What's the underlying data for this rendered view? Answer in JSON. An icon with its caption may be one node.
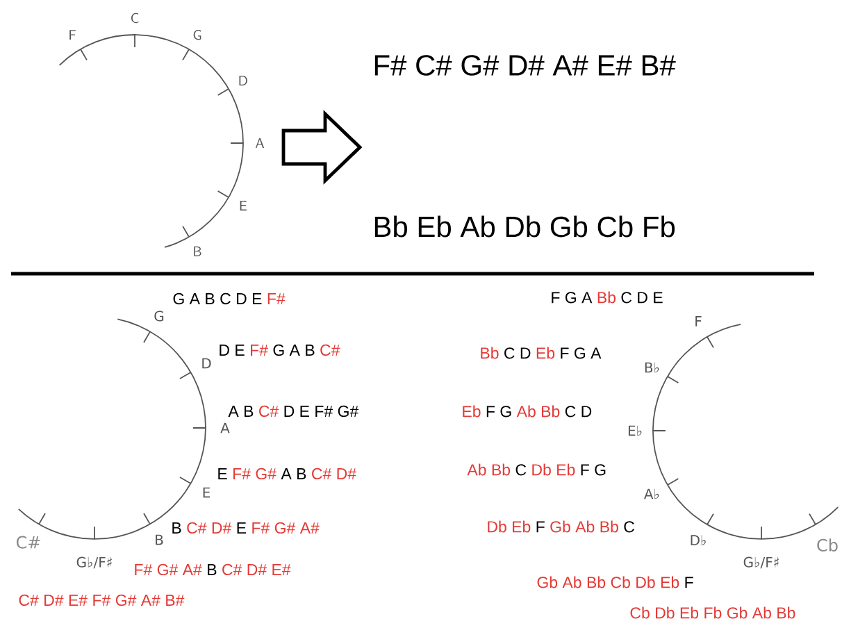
{
  "diagram": {
    "labels": [
      "F",
      "C",
      "G",
      "D",
      "A",
      "E",
      "B",
      "F# C# G# D# A# E# B#",
      "Bb Eb Ab Db Gb Cb Fb",
      "G",
      "D",
      "A",
      "E",
      "B",
      "G♭/F♯",
      "C#",
      "G A B C D E",
      "F#",
      "D E",
      "F#",
      "G A B",
      "C#",
      "A B",
      "C#",
      "D E F# G#",
      "E",
      "F# G#",
      "A B",
      "C# D#",
      "B",
      "C# D#",
      "E",
      "F# G# A#",
      "F# G# A#",
      "B",
      "C# D# E#",
      "C# D# E# F# G# A# B#",
      "F G A",
      "Bb",
      "C D E",
      "Bb",
      "C D",
      "Eb",
      "F G A",
      "Eb",
      "F G",
      "Ab Bb",
      "C D",
      "Ab Bb",
      "C",
      "Db Eb",
      "F G",
      "Db Eb",
      "F",
      "Gb Ab Bb",
      "C",
      "Gb Ab Bb Cb Db Eb",
      "F",
      "Cb Db Eb Fb Gb Ab Bb",
      "F",
      "B♭",
      "E♭",
      "A♭",
      "D♭",
      "G♭/F♯",
      "Cb"
    ]
  }
}
